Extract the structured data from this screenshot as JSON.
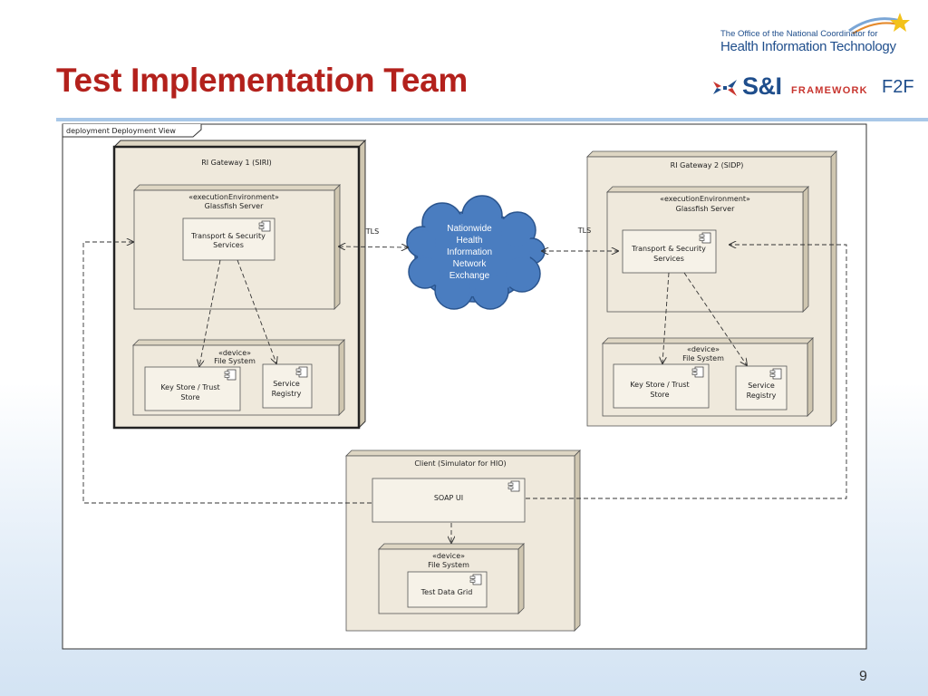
{
  "slide": {
    "title": "Test Implementation Team",
    "page_number": "9"
  },
  "header_logos": {
    "onc_line1": "The Office of the National Coordinator for",
    "onc_line2": "Health Information Technology",
    "si_main": "S&I",
    "si_framework": "FRAMEWORK",
    "si_f2f": "F2F"
  },
  "diagram": {
    "frame_tab": "deployment Deployment View",
    "gateway1": {
      "title": "RI Gateway 1 (SIRI)",
      "env_stereotype": "«executionEnvironment»",
      "env_name": "Glassfish Server",
      "transport_line1": "Transport & Security",
      "transport_line2": "Services",
      "device_stereotype": "«device»",
      "device_name": "File System",
      "keystore_line1": "Key Store / Trust",
      "keystore_line2": "Store",
      "registry_line1": "Service",
      "registry_line2": "Registry"
    },
    "gateway2": {
      "title": "RI Gateway 2 (SIDP)",
      "env_stereotype": "«executionEnvironment»",
      "env_name": "Glassfish Server",
      "transport_line1": "Transport & Security",
      "transport_line2": "Services",
      "device_stereotype": "«device»",
      "device_name": "File System",
      "keystore_line1": "Key Store / Trust",
      "keystore_line2": "Store",
      "registry_line1": "Service",
      "registry_line2": "Registry"
    },
    "cloud": {
      "line1": "Nationwide",
      "line2": "Health",
      "line3": "Information",
      "line4": "Network",
      "line5": "Exchange"
    },
    "tls_left": "TLS",
    "tls_right": "TLS",
    "client": {
      "title": "Client (Simulator for HIO)",
      "soap": "SOAP UI",
      "device_stereotype": "«device»",
      "device_name": "File System",
      "testdata": "Test Data Grid"
    },
    "colors": {
      "node_fill": "#efe9dc",
      "node_side": "#ded6c3",
      "cloud_fill": "#4a7dc0",
      "cloud_stroke": "#2b558e",
      "title_red": "#b3211c",
      "rule_blue": "#a9c8e8"
    }
  }
}
